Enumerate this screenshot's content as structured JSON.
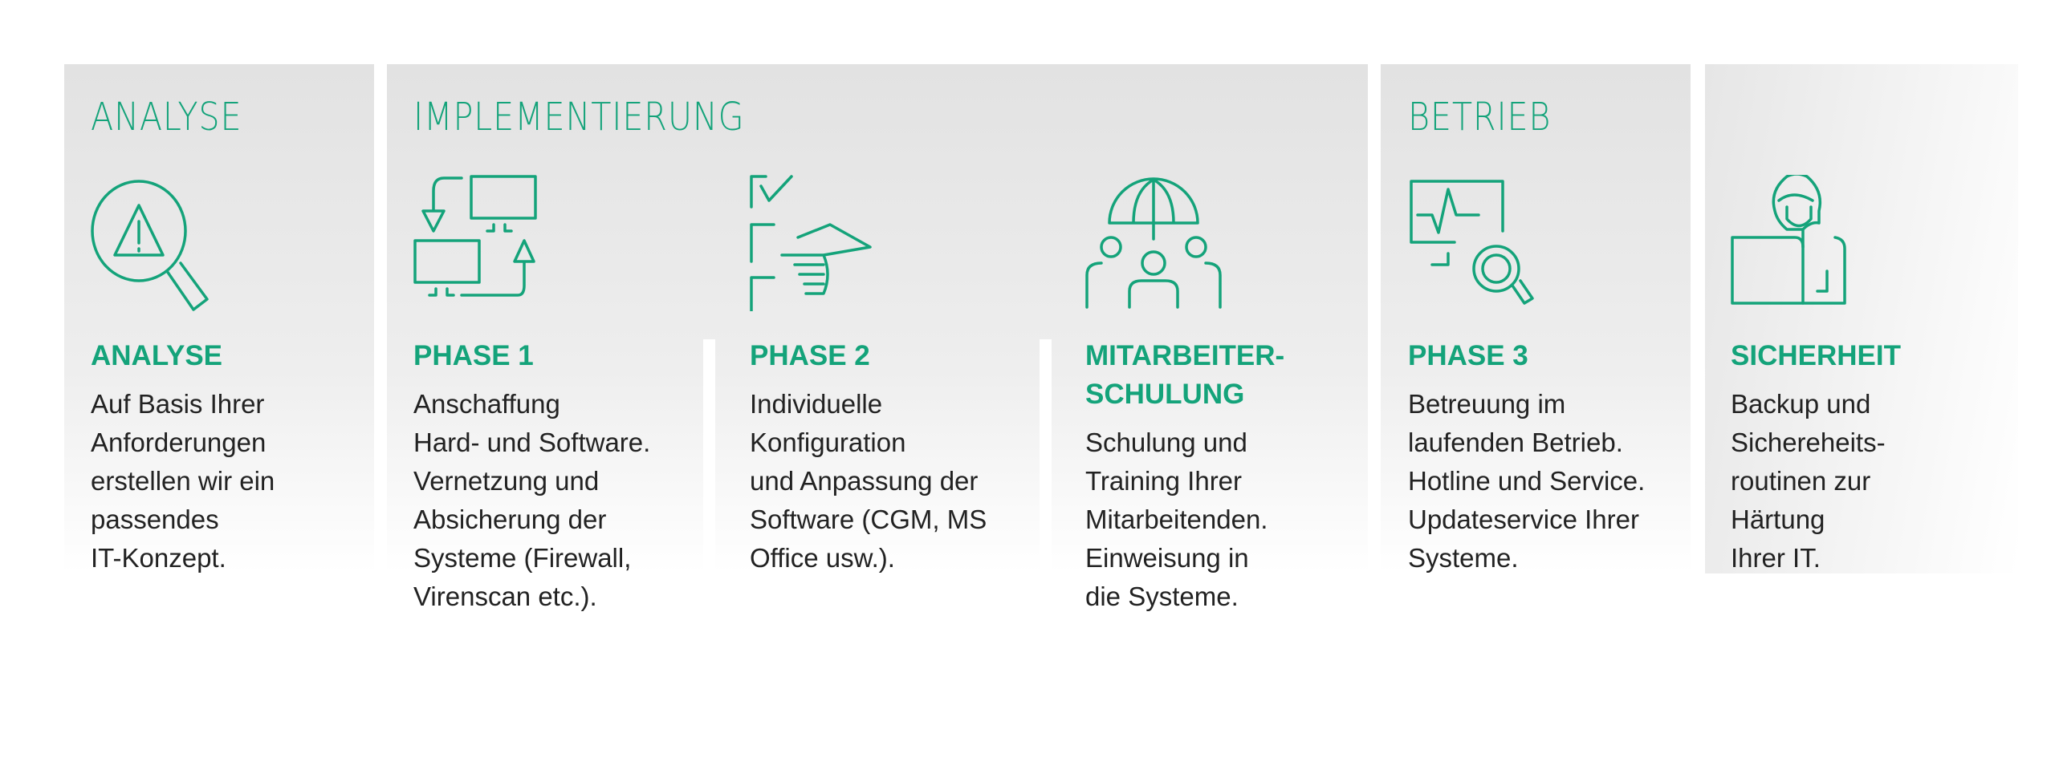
{
  "sections": [
    {
      "header": "ANALYSE"
    },
    {
      "header": "IMPLEMENTIERUNG"
    },
    {
      "header": "BETRIEB"
    }
  ],
  "accent_color": "#14a37a",
  "columns": [
    {
      "icon": "magnifier-warning-icon",
      "title": "ANALYSE",
      "body": "Auf Basis Ihrer\nAnforderungen\nerstellen wir ein\npassendes\nIT-Konzept."
    },
    {
      "icon": "computers-exchange-icon",
      "title": "PHASE 1",
      "body": "Anschaffung\nHard- und Software.\nVernetzung und\nAbsicherung der\nSysteme (Firewall,\nVirenscan etc.)."
    },
    {
      "icon": "checklist-pointing-hand-icon",
      "title": "PHASE 2",
      "body": "Individuelle\nKonfiguration\nund Anpassung der\nSoftware (CGM, MS\nOffice usw.)."
    },
    {
      "icon": "globe-team-icon",
      "title": "MITARBEITER-\nSCHULUNG",
      "body": "Schulung und\nTraining Ihrer\nMitarbeitenden.\nEinweisung in\ndie Systeme."
    },
    {
      "icon": "monitor-search-icon",
      "title": "PHASE 3",
      "body": "Betreuung im\nlaufenden Betrieb.\nHotline und Service.\nUpdateservice Ihrer\nSysteme."
    },
    {
      "icon": "hooded-hacker-laptop-icon",
      "title": "SICHERHEIT",
      "body": "Backup und\nSichereheits-\nroutinen zur\nHärtung\nIhrer IT."
    }
  ]
}
